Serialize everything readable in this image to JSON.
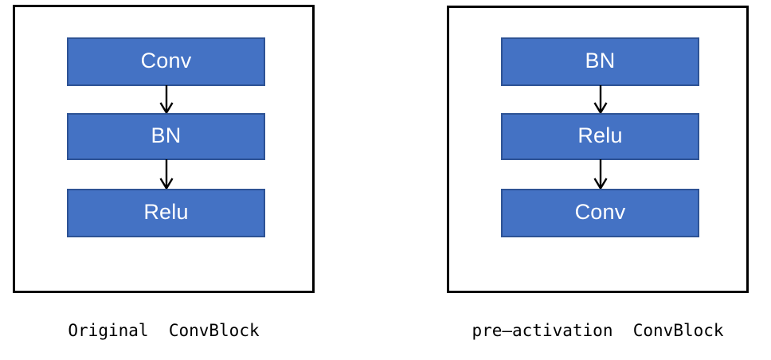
{
  "diagram": {
    "title_left": "Original  ConvBlock",
    "title_right": "pre—activation  ConvBlock",
    "colors": {
      "block_fill": "#4472C4",
      "block_border": "#2E5395",
      "block_text": "#FFFFFF",
      "frame_border": "#000000",
      "arrow": "#000000",
      "background": "#FFFFFF",
      "caption_text": "#000000"
    },
    "panels": [
      {
        "id": "original-convblock",
        "caption": "Original  ConvBlock",
        "blocks": [
          {
            "label": "Conv"
          },
          {
            "label": "BN"
          },
          {
            "label": "Relu"
          }
        ],
        "arrows": [
          {
            "from": "Conv",
            "to": "BN",
            "direction": "down"
          },
          {
            "from": "BN",
            "to": "Relu",
            "direction": "down"
          }
        ]
      },
      {
        "id": "pre-activation-convblock",
        "caption": "pre—activation  ConvBlock",
        "blocks": [
          {
            "label": "BN"
          },
          {
            "label": "Relu"
          },
          {
            "label": "Conv"
          }
        ],
        "arrows": [
          {
            "from": "BN",
            "to": "Relu",
            "direction": "down"
          },
          {
            "from": "Relu",
            "to": "Conv",
            "direction": "down"
          }
        ]
      }
    ]
  }
}
